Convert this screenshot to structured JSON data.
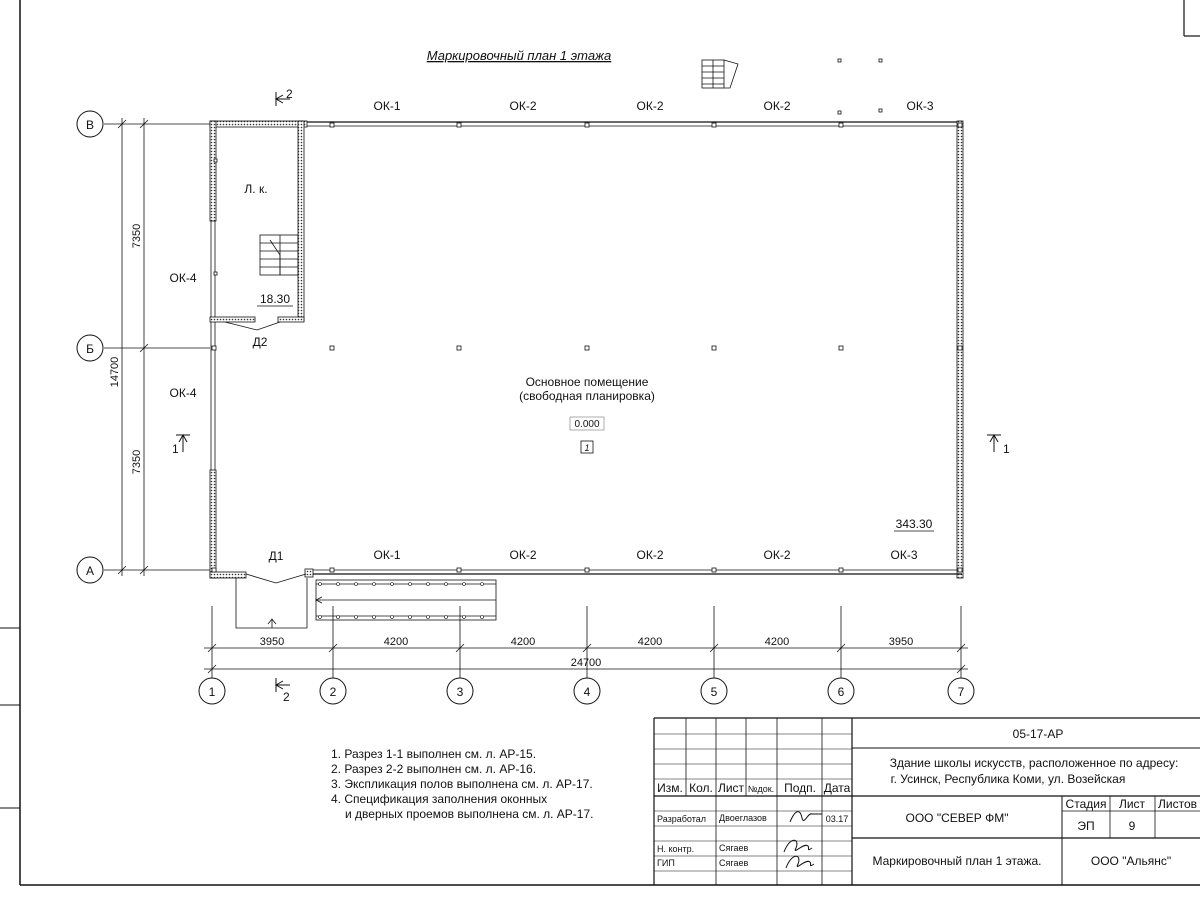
{
  "title": "Маркировочный план 1 этажа",
  "grid": {
    "letters": [
      "В",
      "Б",
      "А"
    ],
    "numbers": [
      "1",
      "2",
      "3",
      "4",
      "5",
      "6",
      "7"
    ]
  },
  "windows": {
    "top": [
      "ОК-1",
      "ОК-2",
      "ОК-2",
      "ОК-2",
      "ОК-3"
    ],
    "bottom": [
      "ОК-1",
      "ОК-2",
      "ОК-2",
      "ОК-2",
      "ОК-3"
    ],
    "left": [
      "ОК-4",
      "ОК-4"
    ]
  },
  "section_marks": {
    "s2_top": "2",
    "s2_bottom": "2",
    "s1_left": "1",
    "s1_right": "1"
  },
  "rooms": {
    "stair_room_name": "Л. к.",
    "stair_room_area": "18.30",
    "main_room_name_line1": "Основное помещение",
    "main_room_name_line2": "(свободная планировка)",
    "main_room_level": "0.000",
    "main_room_number": "1",
    "main_room_area": "343.30"
  },
  "doors": {
    "d1": "Д1",
    "d2": "Д2"
  },
  "dims_horizontal": {
    "spans": [
      "3950",
      "4200",
      "4200",
      "4200",
      "4200",
      "3950"
    ],
    "total": "24700"
  },
  "dims_vertical": {
    "spans": [
      "7350",
      "7350"
    ],
    "total": "14700"
  },
  "notes": [
    "1. Разрез 1-1 выполнен см. л. АР-15.",
    "2. Разрез 2-2 выполнен см. л. АР-16.",
    "3. Экспликация полов выполнена см. л. АР-17.",
    "4. Спецификация заполнения оконных",
    "и дверных проемов выполнена см. л. АР-17."
  ],
  "title_block": {
    "code": "05-17-АР",
    "project_line1": "Здание школы искусств, расположенное по адресу:",
    "project_line2": "г. Усинск, Республика Коми, ул. Возейская",
    "headers": {
      "izm": "Изм.",
      "kol": "Кол.",
      "list": "Лист",
      "ndok": "№док.",
      "podp": "Подп.",
      "data": "Дата"
    },
    "rows": [
      {
        "role": "Разработал",
        "name": "Двоеглазов",
        "date": "03.17"
      },
      {
        "role": "Н. контр.",
        "name": "Сягаев",
        "date": ""
      },
      {
        "role": "ГИП",
        "name": "Сягаев",
        "date": ""
      }
    ],
    "org_designer": "ООО \"СЕВЕР ФМ\"",
    "stage_label": "Стадия",
    "sheet_label": "Лист",
    "sheets_label": "Листов",
    "stage": "ЭП",
    "sheet": "9",
    "sheets": "",
    "sheet_title": "Маркировочный план 1 этажа.",
    "org_client": "ООО \"Альянс\""
  }
}
